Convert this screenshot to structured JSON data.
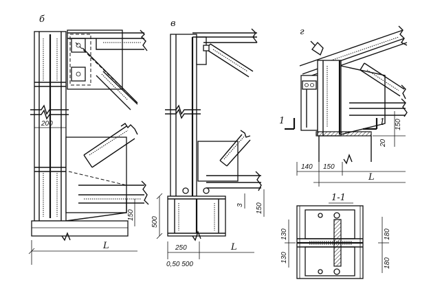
{
  "panels": {
    "b": {
      "label": "б",
      "dims": {
        "d200": "200",
        "d150": "150",
        "L": "L"
      }
    },
    "v": {
      "label": "в",
      "dims": {
        "d500": "500",
        "d250": "250",
        "d3": "3",
        "d150": "150",
        "L": "L",
        "bottom": "0,50 500"
      }
    },
    "g": {
      "label": "г",
      "dims": {
        "d150_right": "150",
        "d20": "20",
        "d140": "140",
        "d150": "150",
        "L": "L"
      },
      "section_marks": [
        "1",
        "1"
      ]
    },
    "section": {
      "label": "1-1",
      "dims": {
        "l130a": "130",
        "l130b": "130",
        "r180a": "180",
        "r180b": "180"
      }
    }
  }
}
